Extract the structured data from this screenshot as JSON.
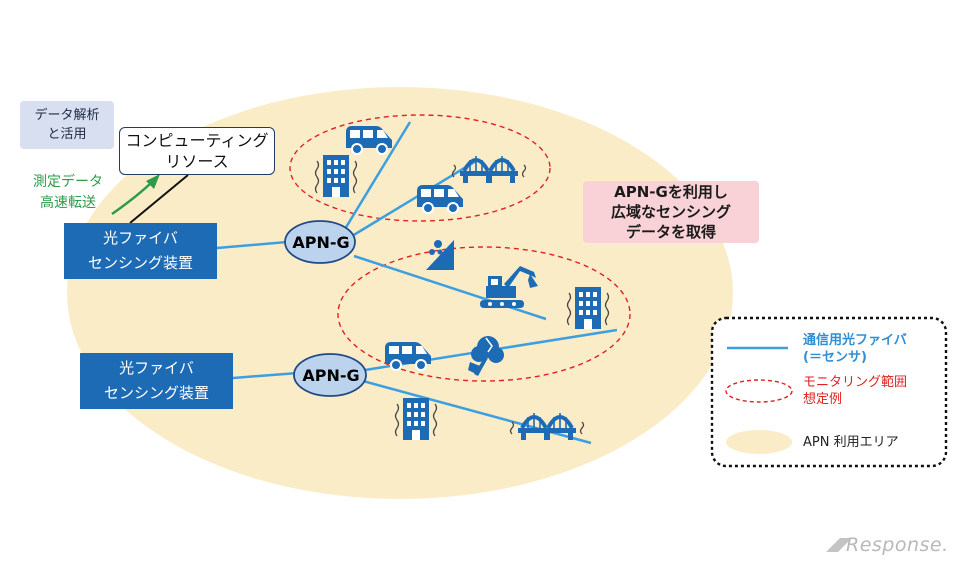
{
  "analysis_box": {
    "line1": "データ解析",
    "line2": "と活用"
  },
  "compute_box": {
    "line1": "コンピューティング",
    "line2": "リソース"
  },
  "transfer_label": {
    "line1": "測定データ",
    "line2": "高速転送"
  },
  "sensing_devices": [
    {
      "line1": "光ファイバ",
      "line2": "センシング装置"
    },
    {
      "line1": "光ファイバ",
      "line2": "センシング装置"
    }
  ],
  "nodes": [
    {
      "label": "APN-G"
    },
    {
      "label": "APN-G"
    }
  ],
  "callout": {
    "line1": "APN-Gを利用し",
    "line2": "広域なセンシング",
    "line3": "データを取得"
  },
  "legend": {
    "fiber": {
      "line1": "通信用光ファイバ",
      "line2": "(＝センサ)"
    },
    "monitoring": {
      "line1": "モニタリング範囲",
      "line2": "想定例"
    },
    "area": "APN 利用エリア"
  },
  "icons": [
    "van-icon",
    "building-icon",
    "bridge-icon",
    "landslide-icon",
    "excavator-icon",
    "tree-icon"
  ],
  "watermark": "Response.",
  "colors": {
    "area": "#fbecc8",
    "fiber": "#3d9ee0",
    "monitoring": "#e02020",
    "device": "#1e6bb5",
    "node": "#bcd3ee",
    "callout": "#f8d2d6",
    "icon": "#1e6bb5",
    "transfer": "#2e9a4a"
  }
}
